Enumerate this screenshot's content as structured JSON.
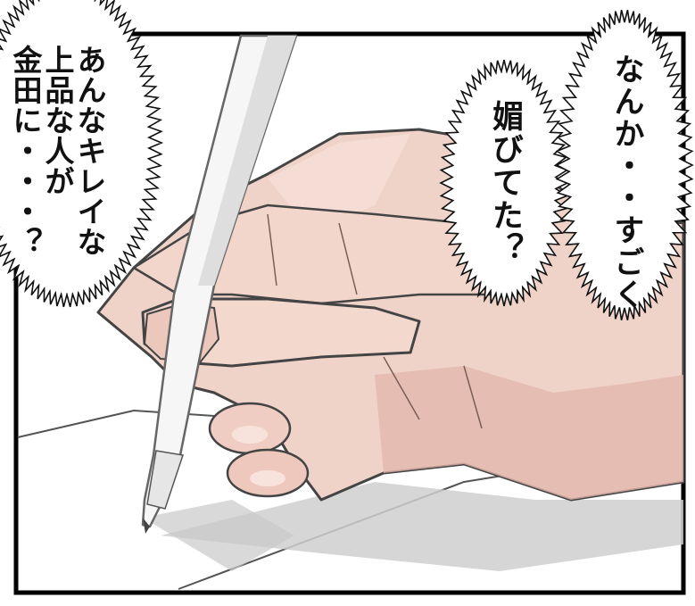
{
  "colors": {
    "skin": "#f0d3c8",
    "skin_shade": "#d9b1a6",
    "outline": "#444444",
    "panel_border": "#000000",
    "pen": "#f6f6f6",
    "shadow": "#c9c9c9",
    "paper": "#ffffff"
  },
  "bubbles": [
    {
      "text": "あんなキレイな\n上品な人が\n金田に・・・？"
    },
    {
      "text": "媚びてた？"
    },
    {
      "text": "なんか・・すごく"
    }
  ]
}
